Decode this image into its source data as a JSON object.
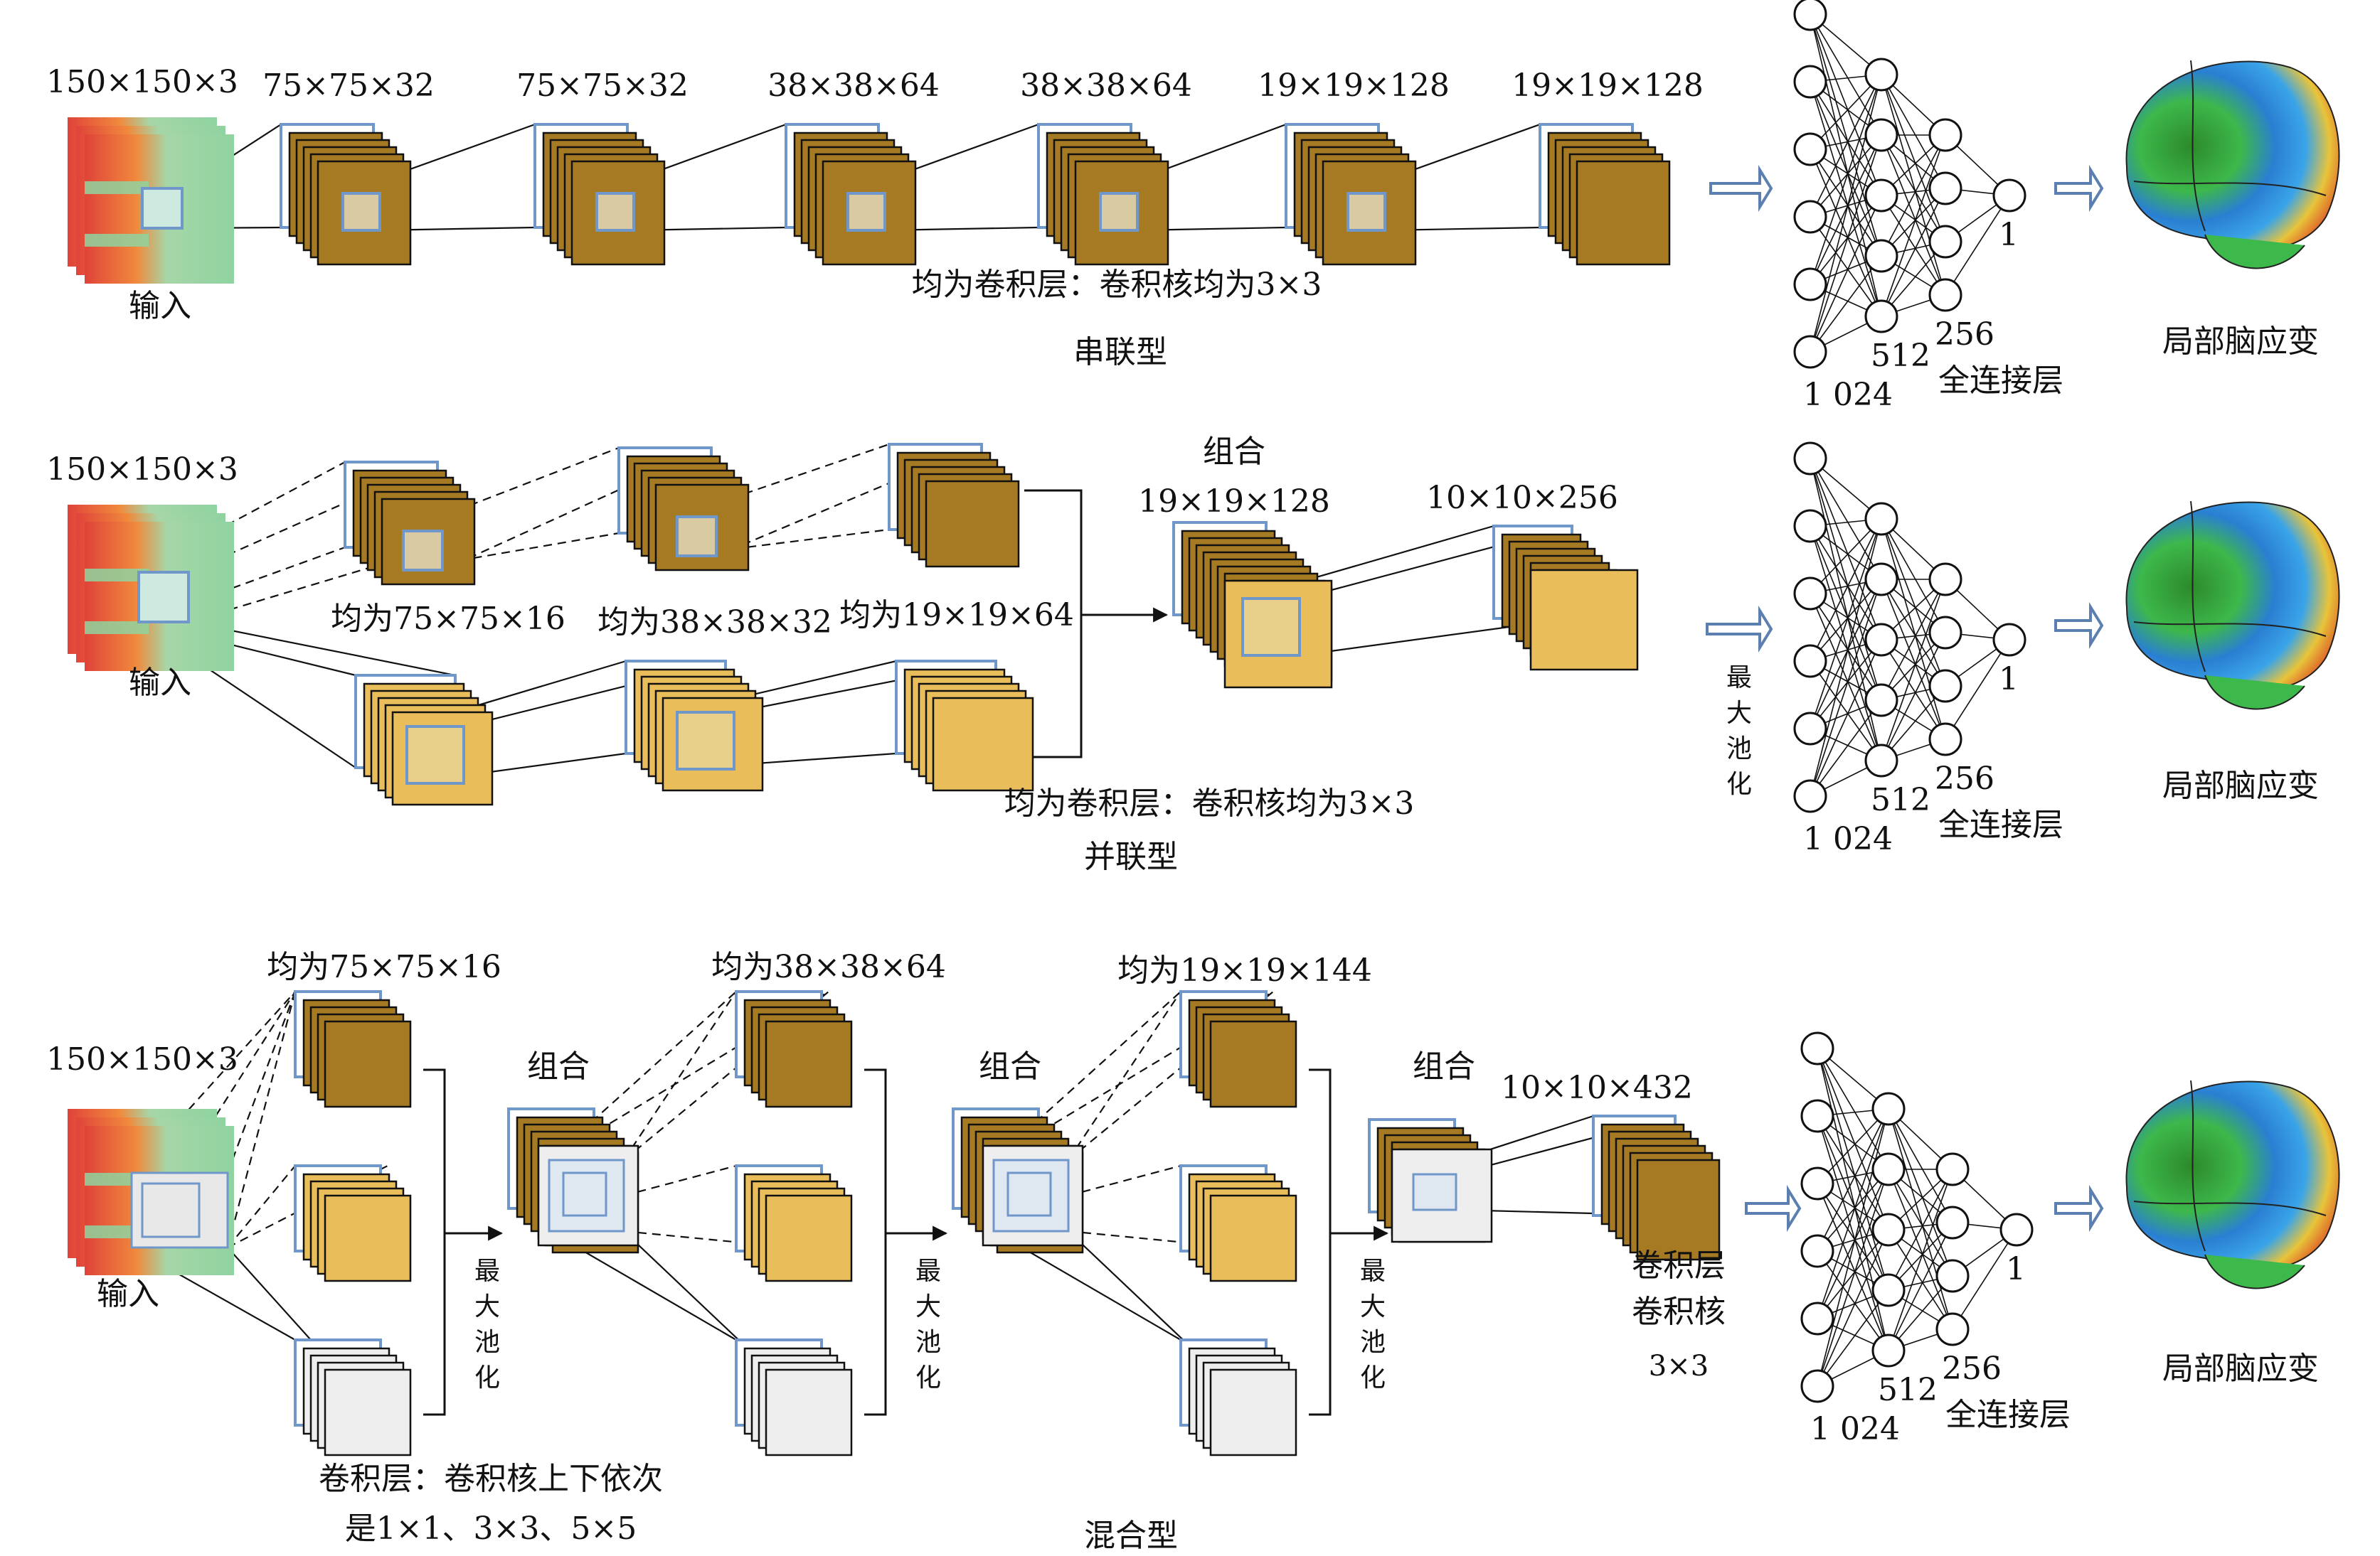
{
  "colors": {
    "dark_map": "#a57a22",
    "light_map": "#e8bd5a",
    "white_map": "#eeeeee",
    "frame_blue": "#6f97c9",
    "arrow_blue": "#5b7fb1",
    "input_green": "#8fd3a0",
    "input_red": "#e0433a"
  },
  "icons": [
    "input-image-icon",
    "feature-map-stack-icon",
    "neuron-icon",
    "brain-strain-icon",
    "hollow-arrow-icon"
  ],
  "series": {
    "title": "串联型",
    "input_size": "150×150×3",
    "input_label": "输入",
    "stages": [
      "75×75×32",
      "75×75×32",
      "38×38×64",
      "38×38×64",
      "19×19×128",
      "19×19×128"
    ],
    "note": "均为卷积层：卷积核均为3×3"
  },
  "parallel": {
    "title": "并联型",
    "input_size": "150×150×3",
    "input_label": "输入",
    "branch_labels": [
      "均为75×75×16",
      "均为38×38×32",
      "均为19×19×64"
    ],
    "combine_label": "组合",
    "combine_size": "19×19×128",
    "pool_size": "10×10×256",
    "pool_label": [
      "最",
      "大",
      "池",
      "化"
    ],
    "note": "均为卷积层：卷积核均为3×3"
  },
  "hybrid": {
    "title": "混合型",
    "input_size": "150×150×3",
    "input_label": "输入",
    "group_labels": [
      "均为75×75×16",
      "均为38×38×64",
      "均为19×19×144"
    ],
    "combine_label": "组合",
    "pool_label": [
      "最",
      "大",
      "池",
      "化"
    ],
    "final_size": "10×10×432",
    "final_conv": [
      "卷积层",
      "卷积核",
      "3×3"
    ],
    "note_line1": "卷积层：卷积核上下依次",
    "note_line2": "是1×1、3×3、5×5"
  },
  "fc": {
    "layer_sizes": [
      "1 024",
      "512",
      "256",
      "1"
    ],
    "label": "全连接层"
  },
  "output_label": "局部脑应变"
}
